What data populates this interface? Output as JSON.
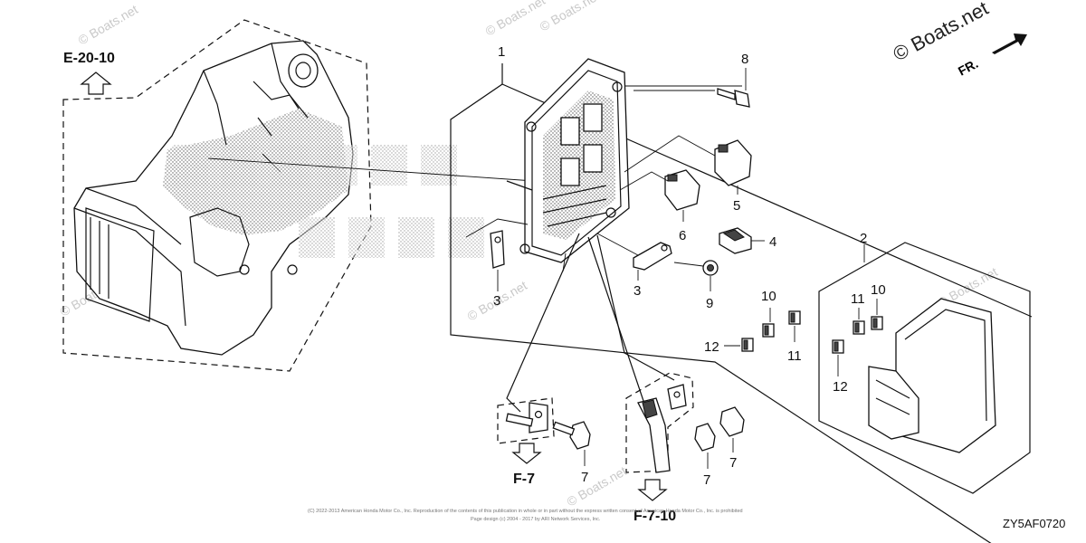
{
  "watermark": {
    "brand": "© Boats.net",
    "faint": [
      "© Boats.net",
      "© Boats.net",
      "© Boats.net",
      "© Boats.net",
      "© Boats.net",
      "© Boats.net",
      "© Boats.net"
    ]
  },
  "front_indicator": "FR.",
  "references": {
    "top_left": "E-20-10",
    "bottom_left": "F-7",
    "bottom_right": "F-7-10"
  },
  "part_numbers": {
    "p1": "1",
    "p2": "2",
    "p3a": "3",
    "p3b": "3",
    "p4": "4",
    "p5": "5",
    "p6": "6",
    "p7a": "7",
    "p7b": "7",
    "p7c": "7",
    "p8": "8",
    "p9": "9",
    "p10a": "10",
    "p10b": "10",
    "p11a": "11",
    "p11b": "11",
    "p12a": "12",
    "p12b": "12"
  },
  "diagram_code": "ZY5AF0720",
  "footer_note": {
    "line1": "(C) 2022-2013 American Honda Motor Co., Inc. Reproduction of the contents of this publication in whole or in part without the express written consent of American Honda Motor Co., Inc. is prohibited",
    "line2": "Page design (c) 2004 - 2017 by ARI Network Services, Inc."
  }
}
